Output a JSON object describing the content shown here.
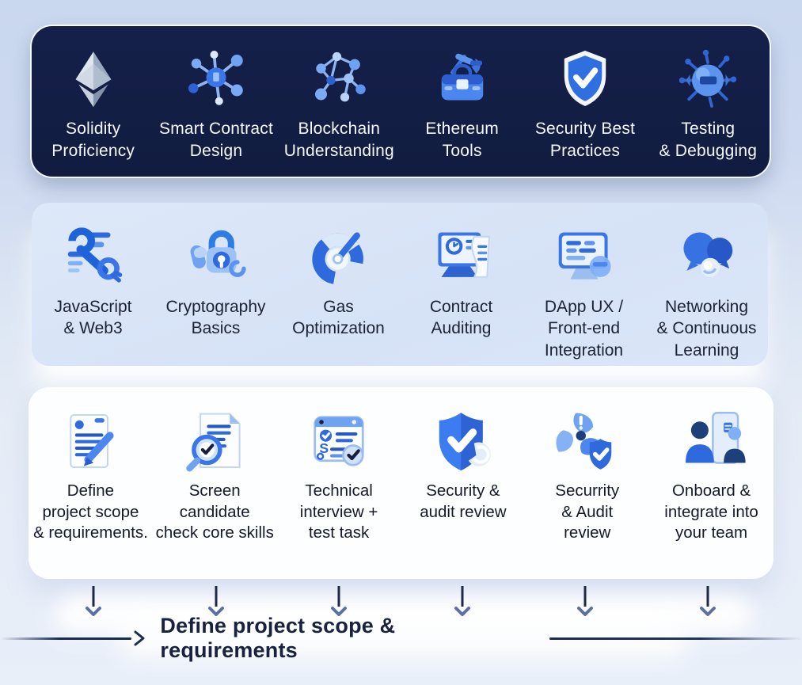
{
  "rows": [
    {
      "name": "core-skills",
      "items": [
        {
          "label": "Solidity\nProficiency",
          "icon": "ethereum-pyramid-icon"
        },
        {
          "label": "Smart Contract\nDesign",
          "icon": "molecule-icon"
        },
        {
          "label": "Blockchain\nUnderstanding",
          "icon": "network-nodes-icon"
        },
        {
          "label": "Ethereum\nTools",
          "icon": "toolbox-icon"
        },
        {
          "label": "Security Best\nPractices",
          "icon": "shield-check-icon"
        },
        {
          "label": "Testing\n& Debugging",
          "icon": "bug-icon"
        }
      ]
    },
    {
      "name": "supporting-skills",
      "items": [
        {
          "label": "JavaScript\n& Web3",
          "icon": "wrench-code-icon"
        },
        {
          "label": "Cryptography\nBasics",
          "icon": "padlock-icon"
        },
        {
          "label": "Gas\nOptimization",
          "icon": "gauge-icon"
        },
        {
          "label": "Contract\nAuditing",
          "icon": "audit-monitor-icon"
        },
        {
          "label": "DApp UX /\nFront-end\nIntegration",
          "icon": "dapp-monitor-icon"
        },
        {
          "label": "Networking\n& Continuous\nLearning",
          "icon": "chat-bubbles-icon"
        }
      ]
    },
    {
      "name": "hiring-process",
      "items": [
        {
          "label": "Define\nproject scope\n& requirements.",
          "icon": "document-pen-icon"
        },
        {
          "label": "Screen\ncandidate\ncheck core skills",
          "icon": "magnifier-check-document-icon"
        },
        {
          "label": "Technical\ninterview +\ntest task",
          "icon": "checklist-window-icon"
        },
        {
          "label": "Security &\naudit review",
          "icon": "shield-check-badge-icon"
        },
        {
          "label": "Securrity\n& Audit\nreview",
          "icon": "fan-shield-check-icon"
        },
        {
          "label": "Onboard &\nintegrate into\nyour team",
          "icon": "team-onboard-icon"
        }
      ]
    }
  ],
  "footer": {
    "flow_label": "Define project scope & requirements"
  },
  "colors": {
    "panel_dark": "#131e45",
    "panel_light": "#d8e4f7",
    "panel_white": "#fdfeff",
    "accent_blue": "#2e6ade",
    "accent_blue_light": "#7fb0f5",
    "arrow_line": "#1e2946",
    "arrow_chevron": "#5c71a0",
    "footer_text": "#18223f",
    "background_top": "#c9d7ef",
    "background_bottom": "#e9eff9"
  }
}
